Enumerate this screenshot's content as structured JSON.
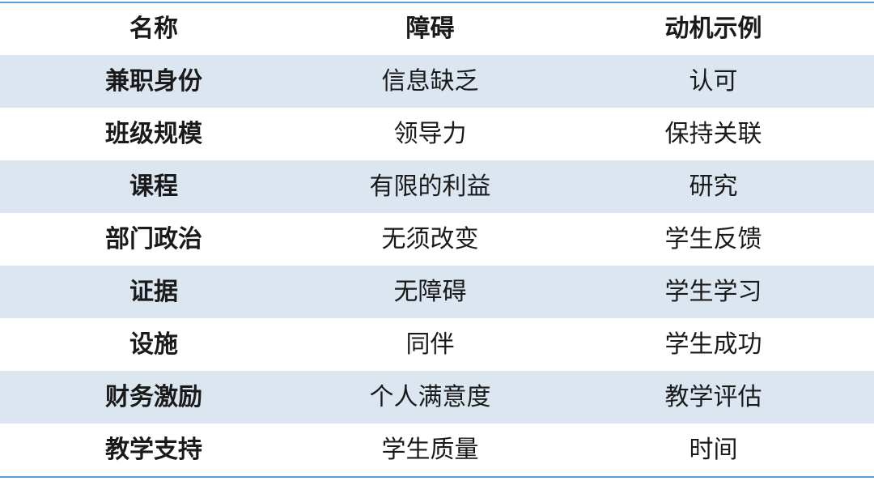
{
  "table": {
    "headers": [
      "名称",
      "障碍",
      "动机示例"
    ],
    "rows": [
      [
        "兼职身份",
        "信息缺乏",
        "认可"
      ],
      [
        "班级规模",
        "领导力",
        "保持关联"
      ],
      [
        "课程",
        "有限的利益",
        "研究"
      ],
      [
        "部门政治",
        "无须改变",
        "学生反馈"
      ],
      [
        "证据",
        "无障碍",
        "学生学习"
      ],
      [
        "设施",
        "同伴",
        "学生成功"
      ],
      [
        "财务激励",
        "个人满意度",
        "教学评估"
      ],
      [
        "教学支持",
        "学生质量",
        "时间"
      ]
    ]
  },
  "colors": {
    "rule": "#5b9bd5",
    "shaded_row": "#dce6f1"
  }
}
